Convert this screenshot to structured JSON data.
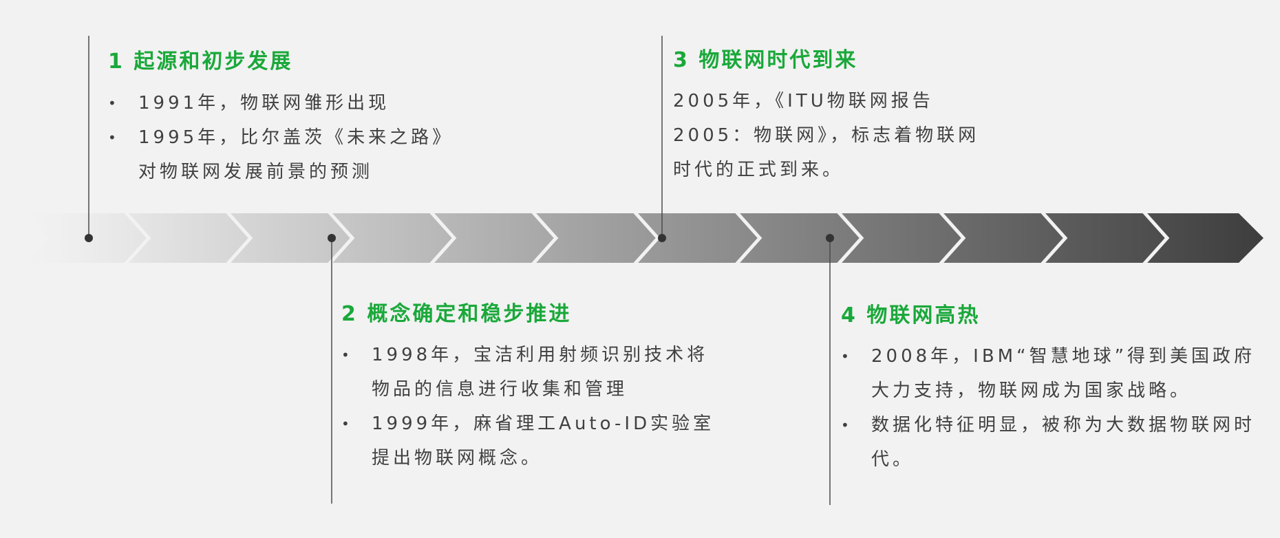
{
  "stages": [
    {
      "title": "1 起源和初步发展",
      "bullets": [
        "1991年，物联网雏形出现",
        "1995年，比尔盖茨《未来之路》对物联网发展前景的预测"
      ]
    },
    {
      "title": "2  概念确定和稳步推进",
      "bullets": [
        "1998年，宝洁利用射频识别技术将物品的信息进行收集和管理",
        "1999年，麻省理工Auto-ID实验室提出物联网概念。"
      ]
    },
    {
      "title": "3  物联网时代到来",
      "text": "2005年，《ITU物联网报告2005：物联网》，标志着物联网时代的正式到来。"
    },
    {
      "title": "4  物联网高热",
      "bullets": [
        "2008年，IBM“智慧地球”得到美国政府大力支持，物联网成为国家战略。",
        "数据化特征明显，被称为大数据物联网时代。"
      ]
    }
  ],
  "colors": {
    "accent": "#1aa83a",
    "text": "#404040",
    "arrow_start": "#f0f0f0",
    "arrow_end": "#3d3d3d",
    "background": "#f2f2f2"
  }
}
